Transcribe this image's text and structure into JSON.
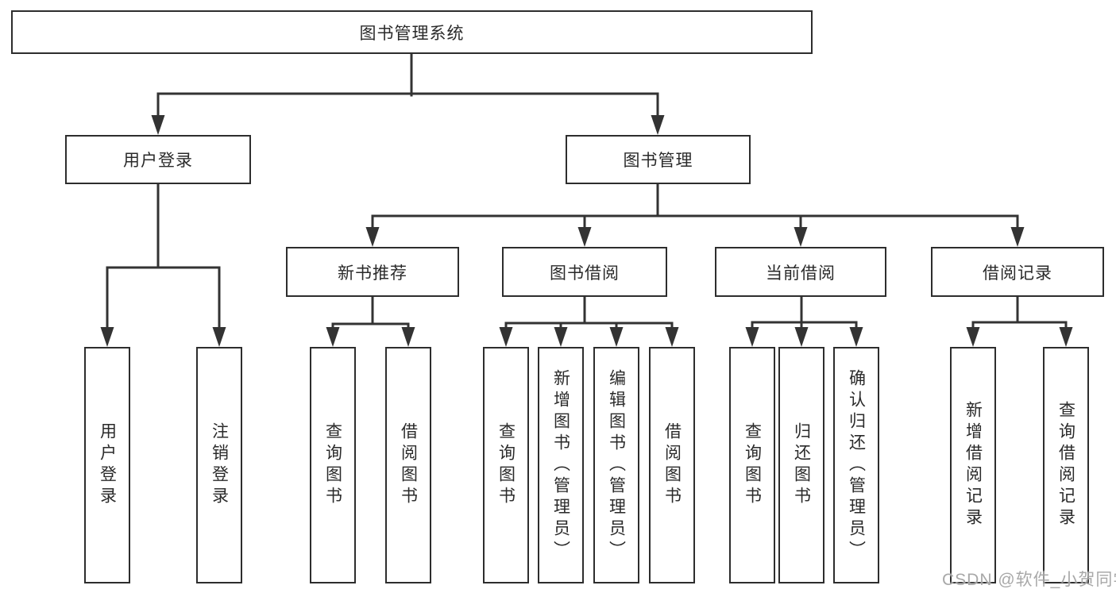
{
  "diagram": {
    "root": {
      "label": "图书管理系统"
    },
    "level2": [
      {
        "label": "用户登录"
      },
      {
        "label": "图书管理"
      }
    ],
    "level3": [
      {
        "label": "新书推荐"
      },
      {
        "label": "图书借阅"
      },
      {
        "label": "当前借阅"
      },
      {
        "label": "借阅记录"
      }
    ],
    "leaves": [
      {
        "label": "用户登录",
        "parent": "用户登录"
      },
      {
        "label": "注销登录",
        "parent": "用户登录"
      },
      {
        "label": "查询图书",
        "parent": "新书推荐"
      },
      {
        "label": "借阅图书",
        "parent": "新书推荐"
      },
      {
        "label": "查询图书",
        "parent": "图书借阅"
      },
      {
        "label": "新增图书（管理员）",
        "parent": "图书借阅"
      },
      {
        "label": "编辑图书（管理员）",
        "parent": "图书借阅"
      },
      {
        "label": "借阅图书",
        "parent": "图书借阅"
      },
      {
        "label": "查询图书",
        "parent": "当前借阅"
      },
      {
        "label": "归还图书",
        "parent": "当前借阅"
      },
      {
        "label": "确认归还（管理员）",
        "parent": "当前借阅"
      },
      {
        "label": "新增借阅记录",
        "parent": "借阅记录"
      },
      {
        "label": "查询借阅记录",
        "parent": "借阅记录"
      }
    ],
    "watermark": "CSDN @软件_小贺同学",
    "colors": {
      "background": "#ffffff",
      "line": "#333333",
      "box_border": "#2d2d2d",
      "text": "#2a2a2a",
      "watermark": "#9e9e9e"
    }
  }
}
